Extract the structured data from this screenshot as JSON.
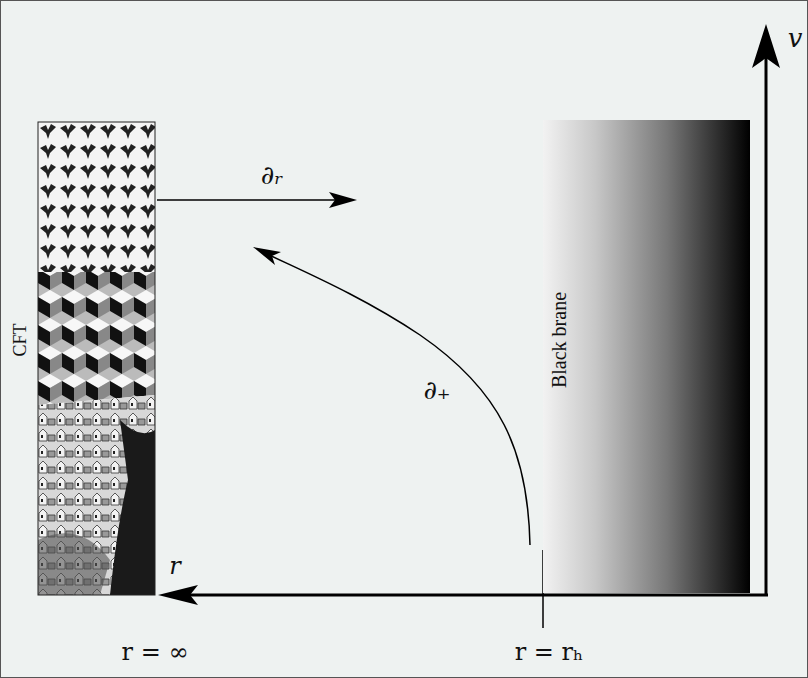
{
  "diagram": {
    "nodes": [
      {
        "text": [
          "CFT"
        ]
      },
      {
        "text": [
          "Black brane"
        ]
      }
    ],
    "labels": [
      "v",
      "r",
      "∂ᵣ",
      "∂₊",
      "r = ∞",
      "r = rₕ"
    ]
  }
}
